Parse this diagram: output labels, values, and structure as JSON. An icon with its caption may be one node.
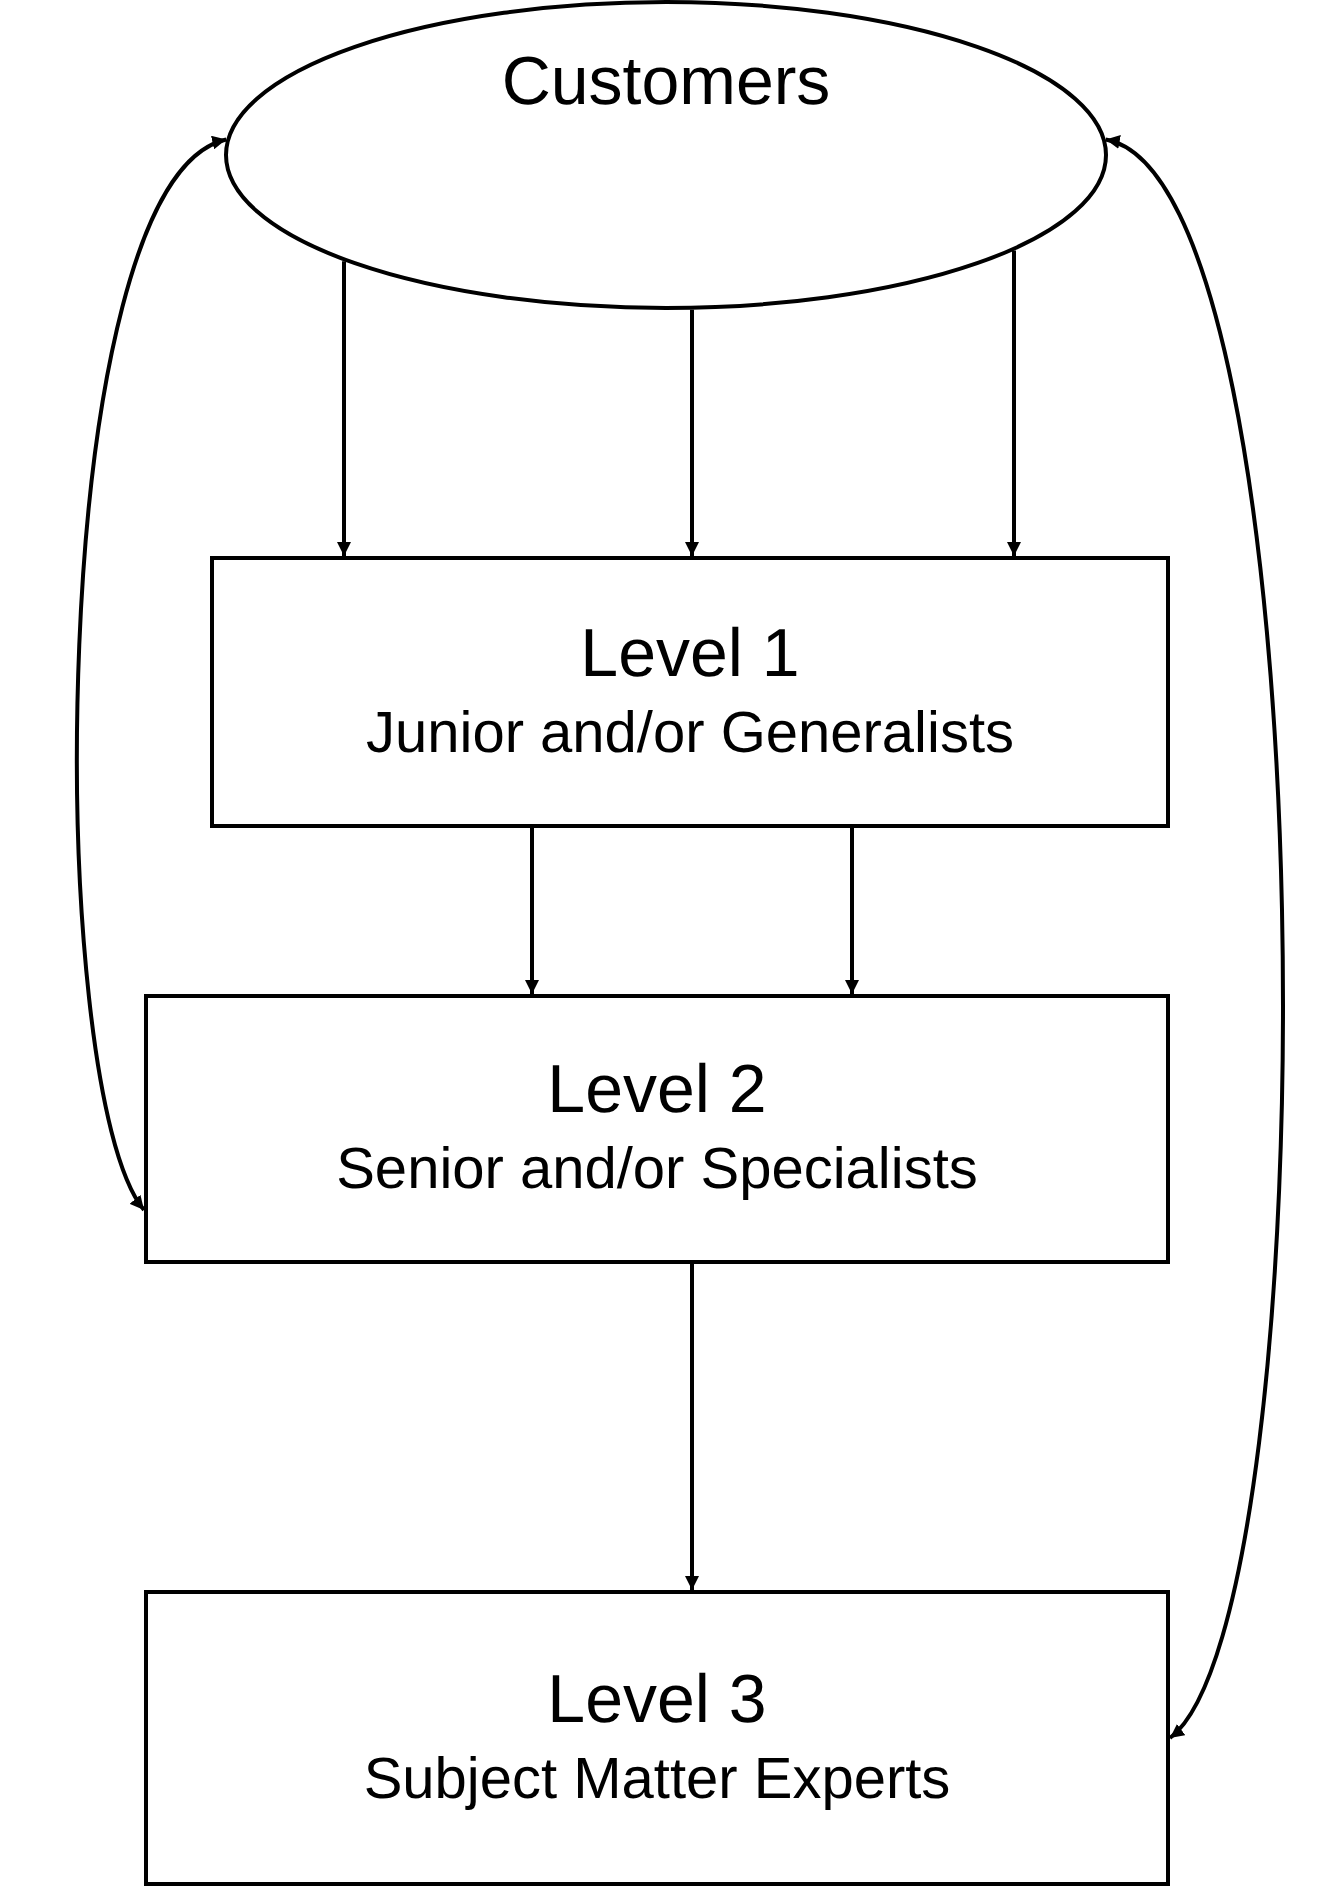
{
  "diagram": {
    "nodes": [
      {
        "text": [
          "Customers"
        ]
      },
      {
        "text": [
          "Level 1",
          "Junior and/or Generalists"
        ]
      },
      {
        "text": [
          "Level 2",
          "Senior and/or Specialists"
        ]
      },
      {
        "text": [
          "Level 3",
          "Subject Matter Experts"
        ]
      }
    ],
    "edges": [
      {
        "from": 0,
        "to": 1,
        "arrow": "to"
      },
      {
        "from": 0,
        "to": 1,
        "arrow": "to"
      },
      {
        "from": 0,
        "to": 1,
        "arrow": "to"
      },
      {
        "from": 1,
        "to": 2,
        "arrow": "to"
      },
      {
        "from": 1,
        "to": 2,
        "arrow": "to"
      },
      {
        "from": 2,
        "to": 3,
        "arrow": "to"
      },
      {
        "from": 0,
        "to": 2,
        "arrow": "both"
      },
      {
        "from": 0,
        "to": 3,
        "arrow": "both"
      }
    ]
  }
}
